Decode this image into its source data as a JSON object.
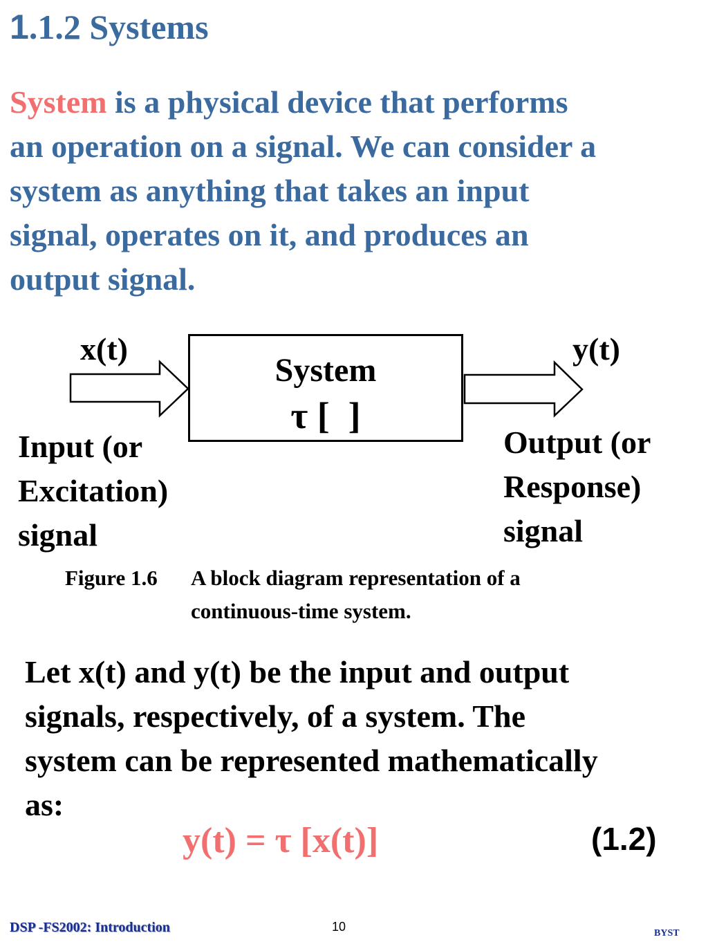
{
  "slide": {
    "title_first": "1",
    "title_rest": ".1.2 Systems",
    "definition": {
      "term": "System",
      "line1_rest": " is a physical device that performs",
      "line2": "an operation on a signal.  We can consider a",
      "line3": "system as anything that takes an input",
      "line4": "signal, operates on it, and produces an",
      "line5": "output signal."
    },
    "diagram": {
      "input_label": "x(t)",
      "output_label": "y(t)",
      "system_name": "System",
      "system_operator": "τ [  ]",
      "input_desc": [
        "Input (or",
        "Excitation)",
        "signal"
      ],
      "output_desc": [
        "Output (or",
        "Response)",
        "signal"
      ]
    },
    "caption": {
      "figure_label": "Figure 1.6",
      "line1": "A block diagram representation of a",
      "line2": "continuous-time system."
    },
    "body": [
      "Let x(t) and y(t) be the input and output",
      "signals, respectively, of a system.  The",
      "system can be represented mathematically",
      "as:"
    ],
    "equation": "y(t) = τ [x(t)]",
    "equation_number": "(1.2)",
    "footer": {
      "left": "DSP -FS2002: Introduction",
      "page": "10",
      "right": "BYST"
    }
  },
  "colors": {
    "title_blue": "#3B6A9E",
    "accent_red": "#F26F6F",
    "text_black": "#000000",
    "footer_navy": "#1a2f8a"
  }
}
